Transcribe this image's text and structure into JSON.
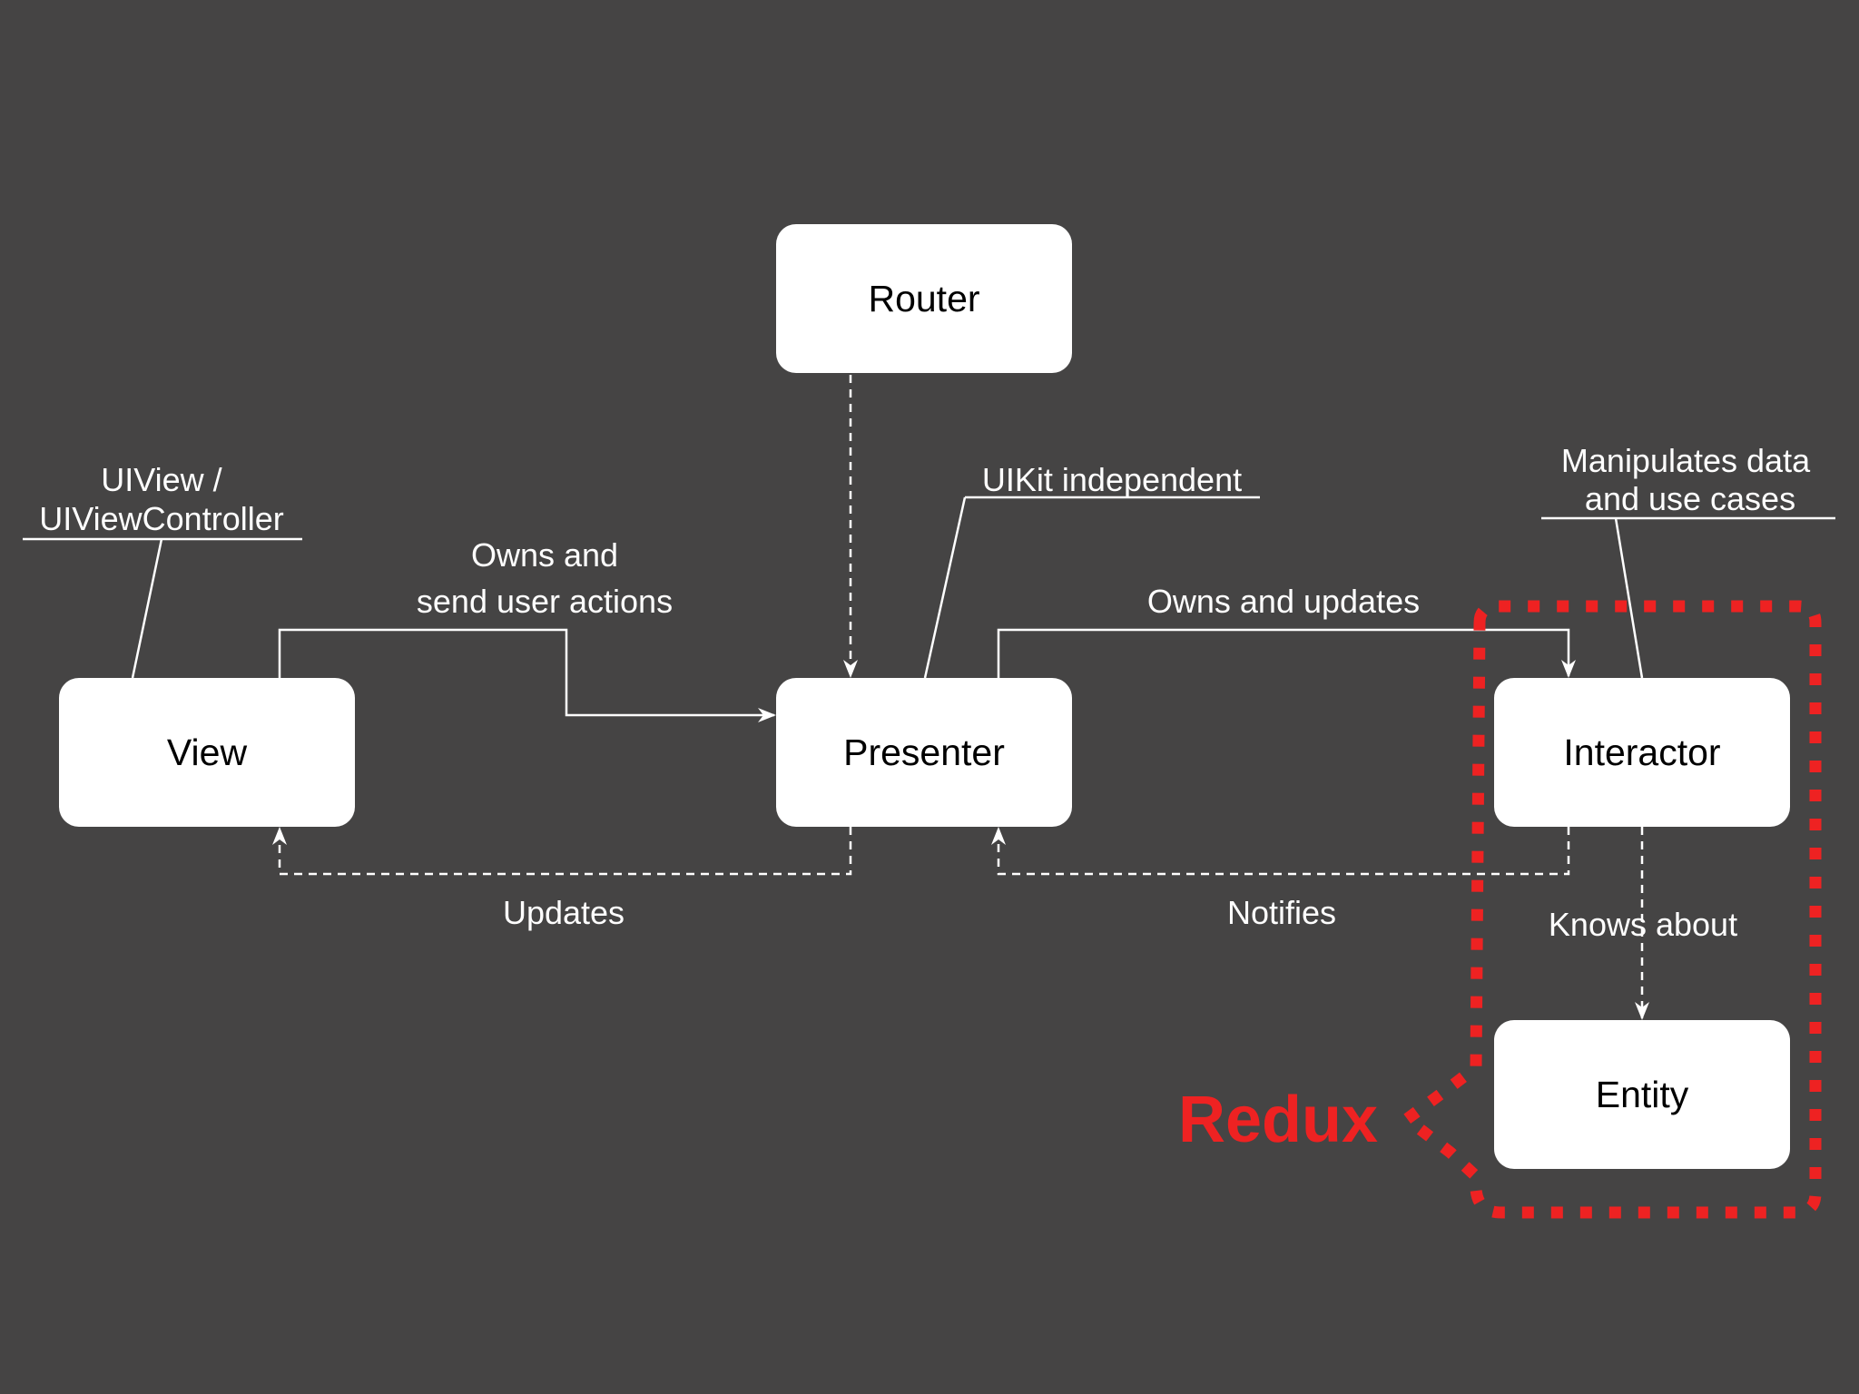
{
  "nodes": {
    "router": "Router",
    "view": "View",
    "presenter": "Presenter",
    "interactor": "Interactor",
    "entity": "Entity"
  },
  "labels": {
    "uiview": "UIView /",
    "uiviewcontroller": "UIViewController",
    "owns_send_1": "Owns and",
    "owns_send_2": "send user actions",
    "uikit": "UIKit independent",
    "manipulates_1": "Manipulates data",
    "manipulates_2": "and use cases",
    "owns_updates": "Owns and updates",
    "updates": "Updates",
    "notifies": "Notifies",
    "knows_about": "Knows about"
  },
  "highlight": {
    "text": "Redux",
    "color": "#ee2222"
  },
  "colors": {
    "background": "#454444",
    "box": "#ffffff",
    "line": "#ffffff"
  }
}
